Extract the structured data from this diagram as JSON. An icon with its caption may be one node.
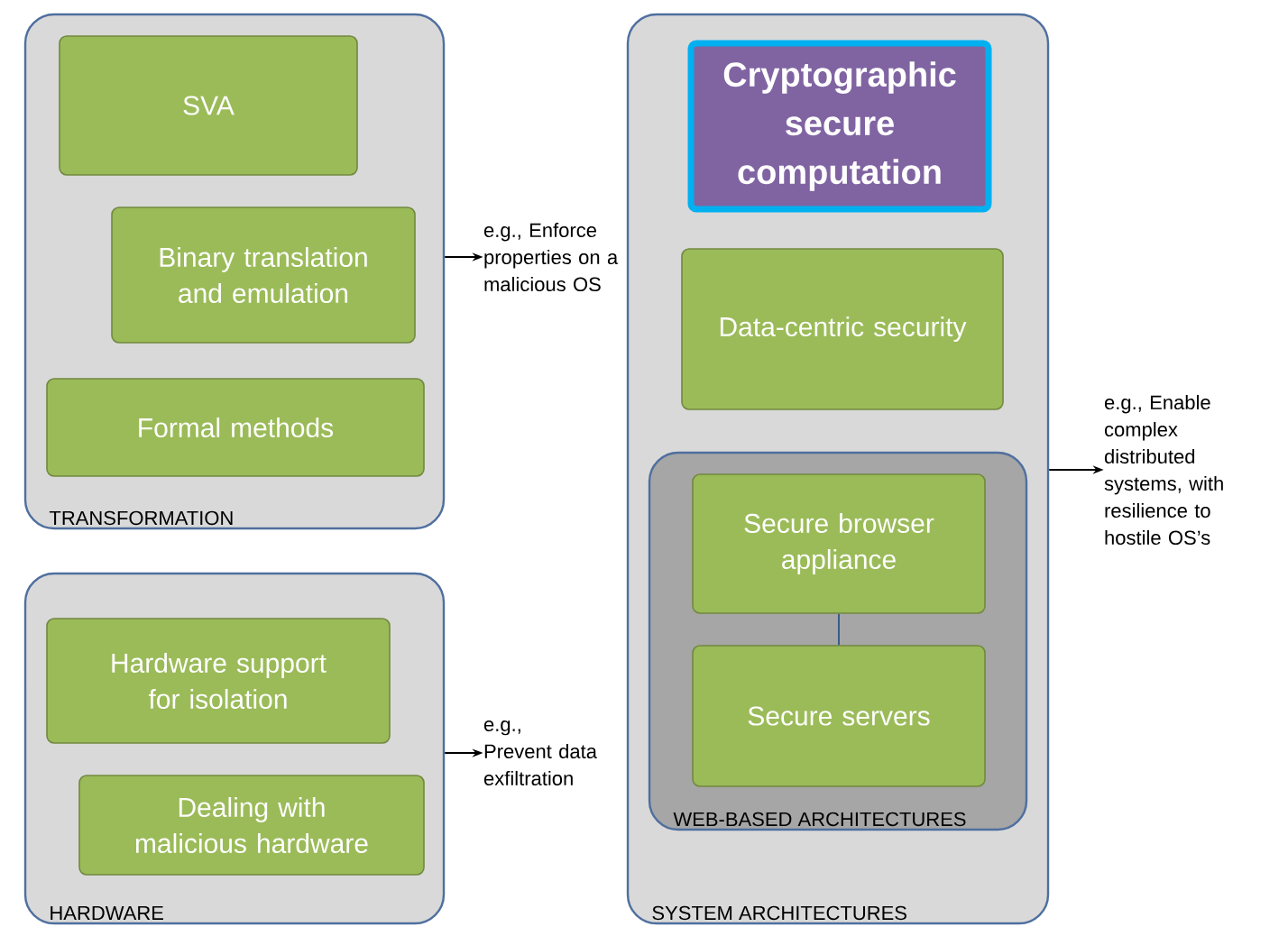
{
  "diagram": {
    "nodes": [
      {
        "text": [
          "TRANSFORMATION"
        ]
      },
      {
        "text": [
          "SVA"
        ],
        "in": 0
      },
      {
        "text": [
          "Binary translation and emulation"
        ],
        "in": 0
      },
      {
        "text": [
          "Formal methods"
        ],
        "in": 0
      },
      {
        "text": [
          "HARDWARE"
        ]
      },
      {
        "text": [
          "Hardware support for isolation"
        ],
        "in": 4
      },
      {
        "text": [
          "Dealing with malicious hardware"
        ],
        "in": 4
      },
      {
        "text": [
          "SYSTEM ARCHITECTURES"
        ]
      },
      {
        "text": [
          "Cryptographic secure computation"
        ],
        "in": 7
      },
      {
        "text": [
          "Data-centric security"
        ],
        "in": 7
      },
      {
        "text": [
          "WEB-BASED ARCHITECTURES"
        ],
        "in": 7
      },
      {
        "text": [
          "Secure browser appliance"
        ],
        "in": 10
      },
      {
        "text": [
          "Secure servers"
        ],
        "in": 10
      },
      {
        "text": [
          "e.g., Enforce properties on a malicious OS"
        ]
      },
      {
        "text": [
          "e.g., Prevent data exfiltration"
        ]
      },
      {
        "text": [
          "e.g., Enable complex distributed systems, with resilience to hostile OS’s"
        ]
      }
    ],
    "edges": [
      {
        "from": 0,
        "to": 13,
        "arrow": "to"
      },
      {
        "from": 4,
        "to": 14,
        "arrow": "to"
      },
      {
        "from": 7,
        "to": 15,
        "arrow": "to"
      },
      {
        "from": 11,
        "to": 12,
        "arrow": "none",
        "color": "#385d8a"
      }
    ]
  }
}
